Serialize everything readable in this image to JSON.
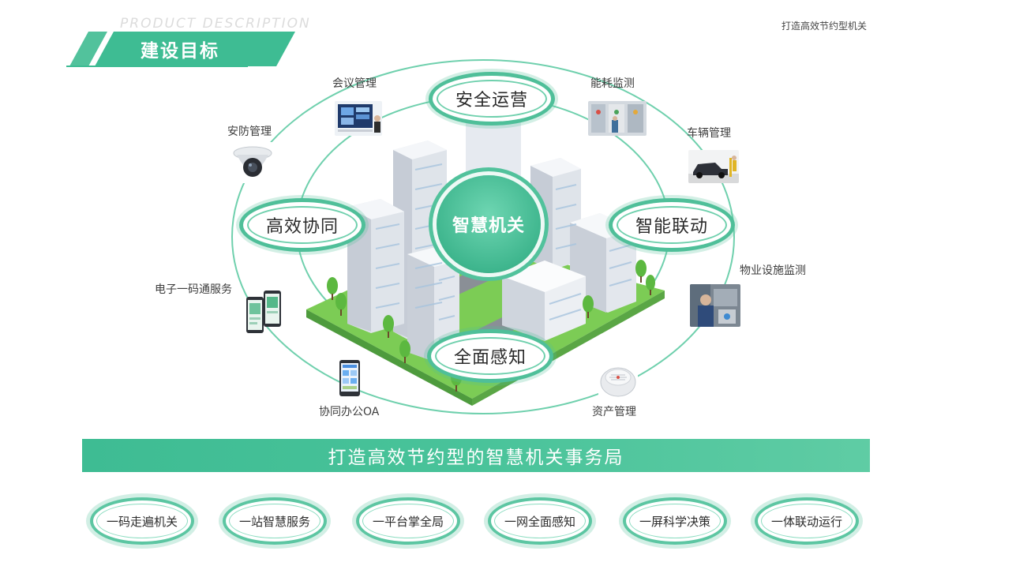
{
  "header": {
    "watermark": "PRODUCT DESCRIPTION",
    "title": "建设目标",
    "top_right": "打造高效节约型机关"
  },
  "diagram": {
    "center": "智慧机关",
    "pillars": {
      "top": "安全运营",
      "left": "高效协同",
      "right": "智能联动",
      "bottom": "全面感知"
    },
    "satellites": {
      "meeting": "会议管理",
      "energy": "能耗监测",
      "security": "安防管理",
      "vehicle": "车辆管理",
      "property": "物业设施监测",
      "ecode": "电子一码通服务",
      "oa": "协同办公OA",
      "asset": "资产管理"
    }
  },
  "banner": "打造高效节约型的智慧机关事务局",
  "bottom_items": [
    "一码走遍机关",
    "一站智慧服务",
    "一平台掌全局",
    "一网全面感知",
    "一屏科学决策",
    "一体联动运行"
  ],
  "colors": {
    "accent": "#4fbf99",
    "dark_accent": "#2fa27c",
    "light_accent": "#8bdcc0"
  },
  "icons": [
    "monitor-icon",
    "control-panel-icon",
    "security-camera-icon",
    "car-icon",
    "maintenance-icon",
    "smartphone-icon",
    "tablet-icon",
    "smoke-detector-icon"
  ]
}
